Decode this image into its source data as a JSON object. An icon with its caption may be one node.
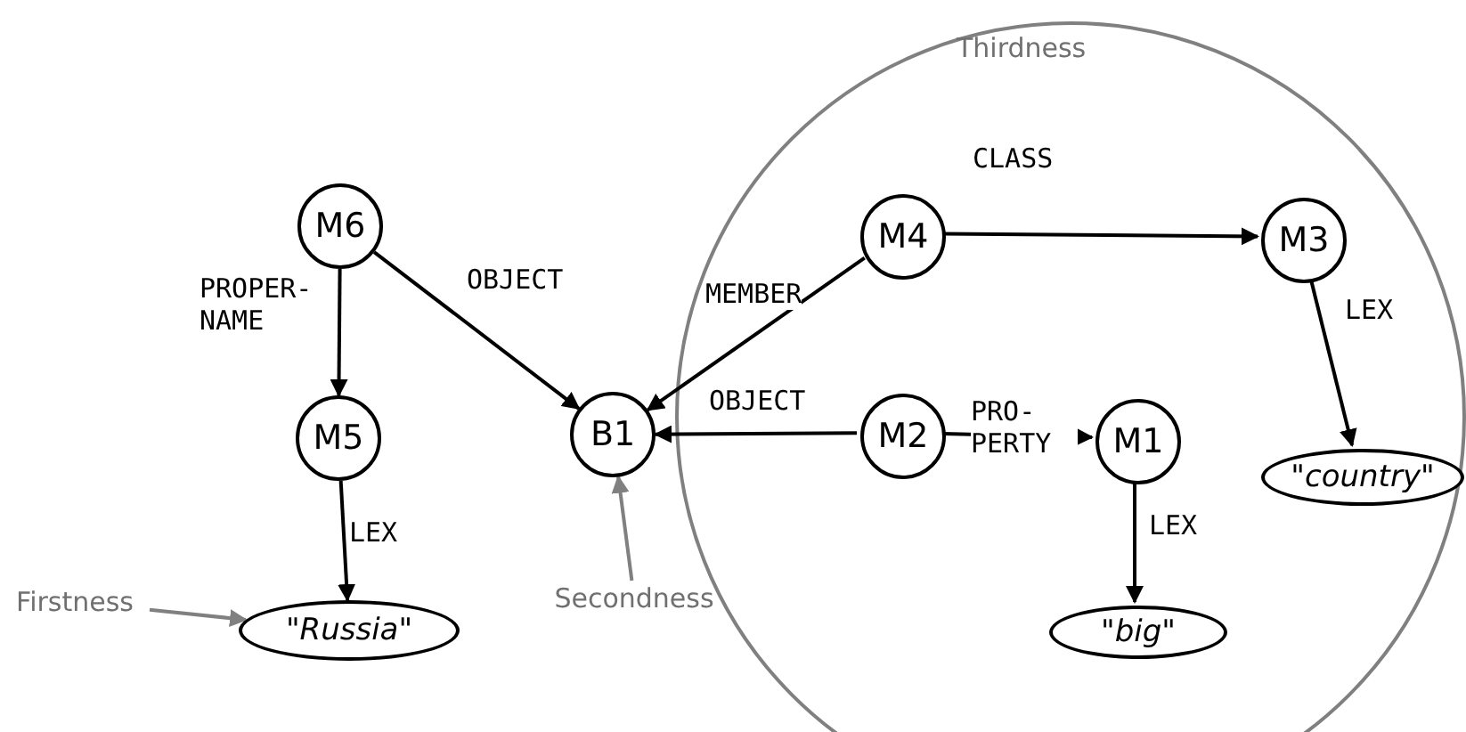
{
  "diagram": {
    "nodes": [
      {
        "text": [
          "Thirdness"
        ]
      },
      {
        "text": [
          "M6"
        ]
      },
      {
        "text": [
          "M5"
        ]
      },
      {
        "text": [
          "\"Russia\""
        ]
      },
      {
        "text": [
          "B1"
        ]
      },
      {
        "text": [
          "M4"
        ],
        "in": 0
      },
      {
        "text": [
          "M3"
        ],
        "in": 0
      },
      {
        "text": [
          "\"country\""
        ],
        "in": 0
      },
      {
        "text": [
          "M2"
        ],
        "in": 0
      },
      {
        "text": [
          "M1"
        ],
        "in": 0
      },
      {
        "text": [
          "\"big\""
        ],
        "in": 0
      },
      {
        "text": [
          "Firstness"
        ]
      },
      {
        "text": [
          "Secondness"
        ]
      }
    ],
    "edges": [
      {
        "from": 1,
        "to": 2,
        "arrow": "to",
        "label": "PROPER-NAME"
      },
      {
        "from": 1,
        "to": 4,
        "arrow": "to",
        "label": "OBJECT"
      },
      {
        "from": 2,
        "to": 3,
        "arrow": "to",
        "label": "LEX"
      },
      {
        "from": 5,
        "to": 4,
        "arrow": "to",
        "label": "MEMBER"
      },
      {
        "from": 5,
        "to": 6,
        "arrow": "to",
        "label": "CLASS"
      },
      {
        "from": 6,
        "to": 7,
        "arrow": "to",
        "label": "LEX"
      },
      {
        "from": 8,
        "to": 4,
        "arrow": "to",
        "label": "OBJECT"
      },
      {
        "from": 8,
        "to": 9,
        "arrow": "to",
        "label": "PRO-PERTY"
      },
      {
        "from": 9,
        "to": 10,
        "arrow": "to",
        "label": "LEX"
      },
      {
        "from": 11,
        "to": 3,
        "arrow": "to",
        "color": "#808080"
      },
      {
        "from": 12,
        "to": 4,
        "arrow": "to",
        "color": "#808080"
      }
    ]
  }
}
